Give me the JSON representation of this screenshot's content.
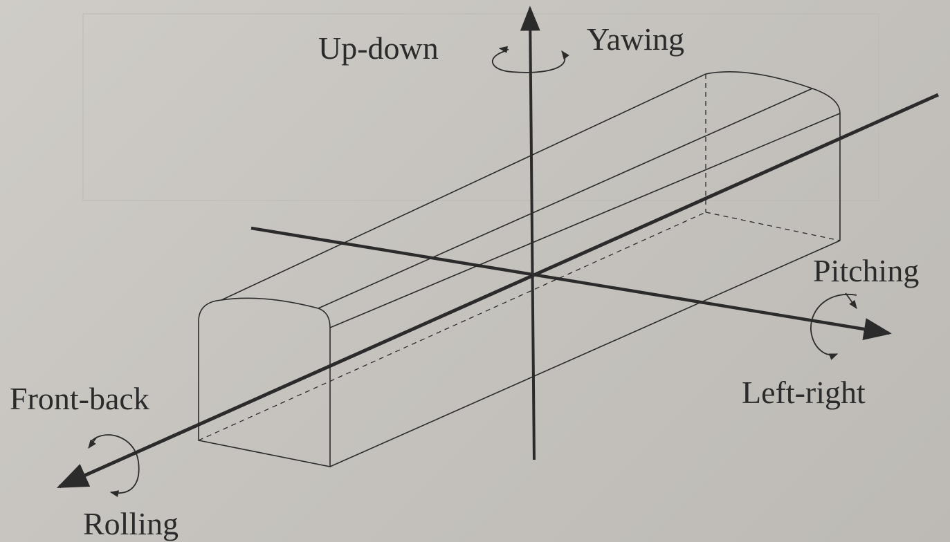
{
  "labels": {
    "up_down": "Up-down",
    "yawing": "Yawing",
    "pitching": "Pitching",
    "left_right": "Left-right",
    "front_back": "Front-back",
    "rolling": "Rolling"
  },
  "colors": {
    "ink": "#2b2b2b",
    "paper": "#c7c4bf"
  }
}
